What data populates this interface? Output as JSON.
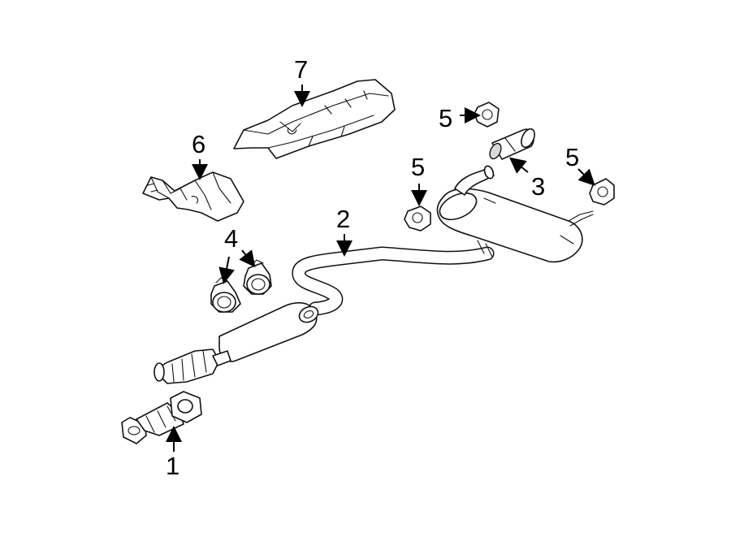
{
  "diagram": {
    "callouts": [
      {
        "id": "1",
        "text": "1",
        "part": "exhaust-manifold-pipe-flange"
      },
      {
        "id": "2",
        "text": "2",
        "part": "exhaust-pipe-muffler-assembly"
      },
      {
        "id": "3",
        "text": "3",
        "part": "tail-pipe-tip"
      },
      {
        "id": "4a",
        "text": "4",
        "part": "clamp-left"
      },
      {
        "id": "5a",
        "text": "5",
        "part": "hanger-middle"
      },
      {
        "id": "5b",
        "text": "5",
        "part": "hanger-top"
      },
      {
        "id": "5c",
        "text": "5",
        "part": "hanger-right"
      },
      {
        "id": "6",
        "text": "6",
        "part": "heat-shield-converter"
      },
      {
        "id": "7",
        "text": "7",
        "part": "heat-shield-underbody"
      }
    ],
    "colors": {
      "line": "#111111",
      "fill": "#ffffff",
      "shade": "#d9d9d9",
      "background": "#ffffff"
    }
  }
}
